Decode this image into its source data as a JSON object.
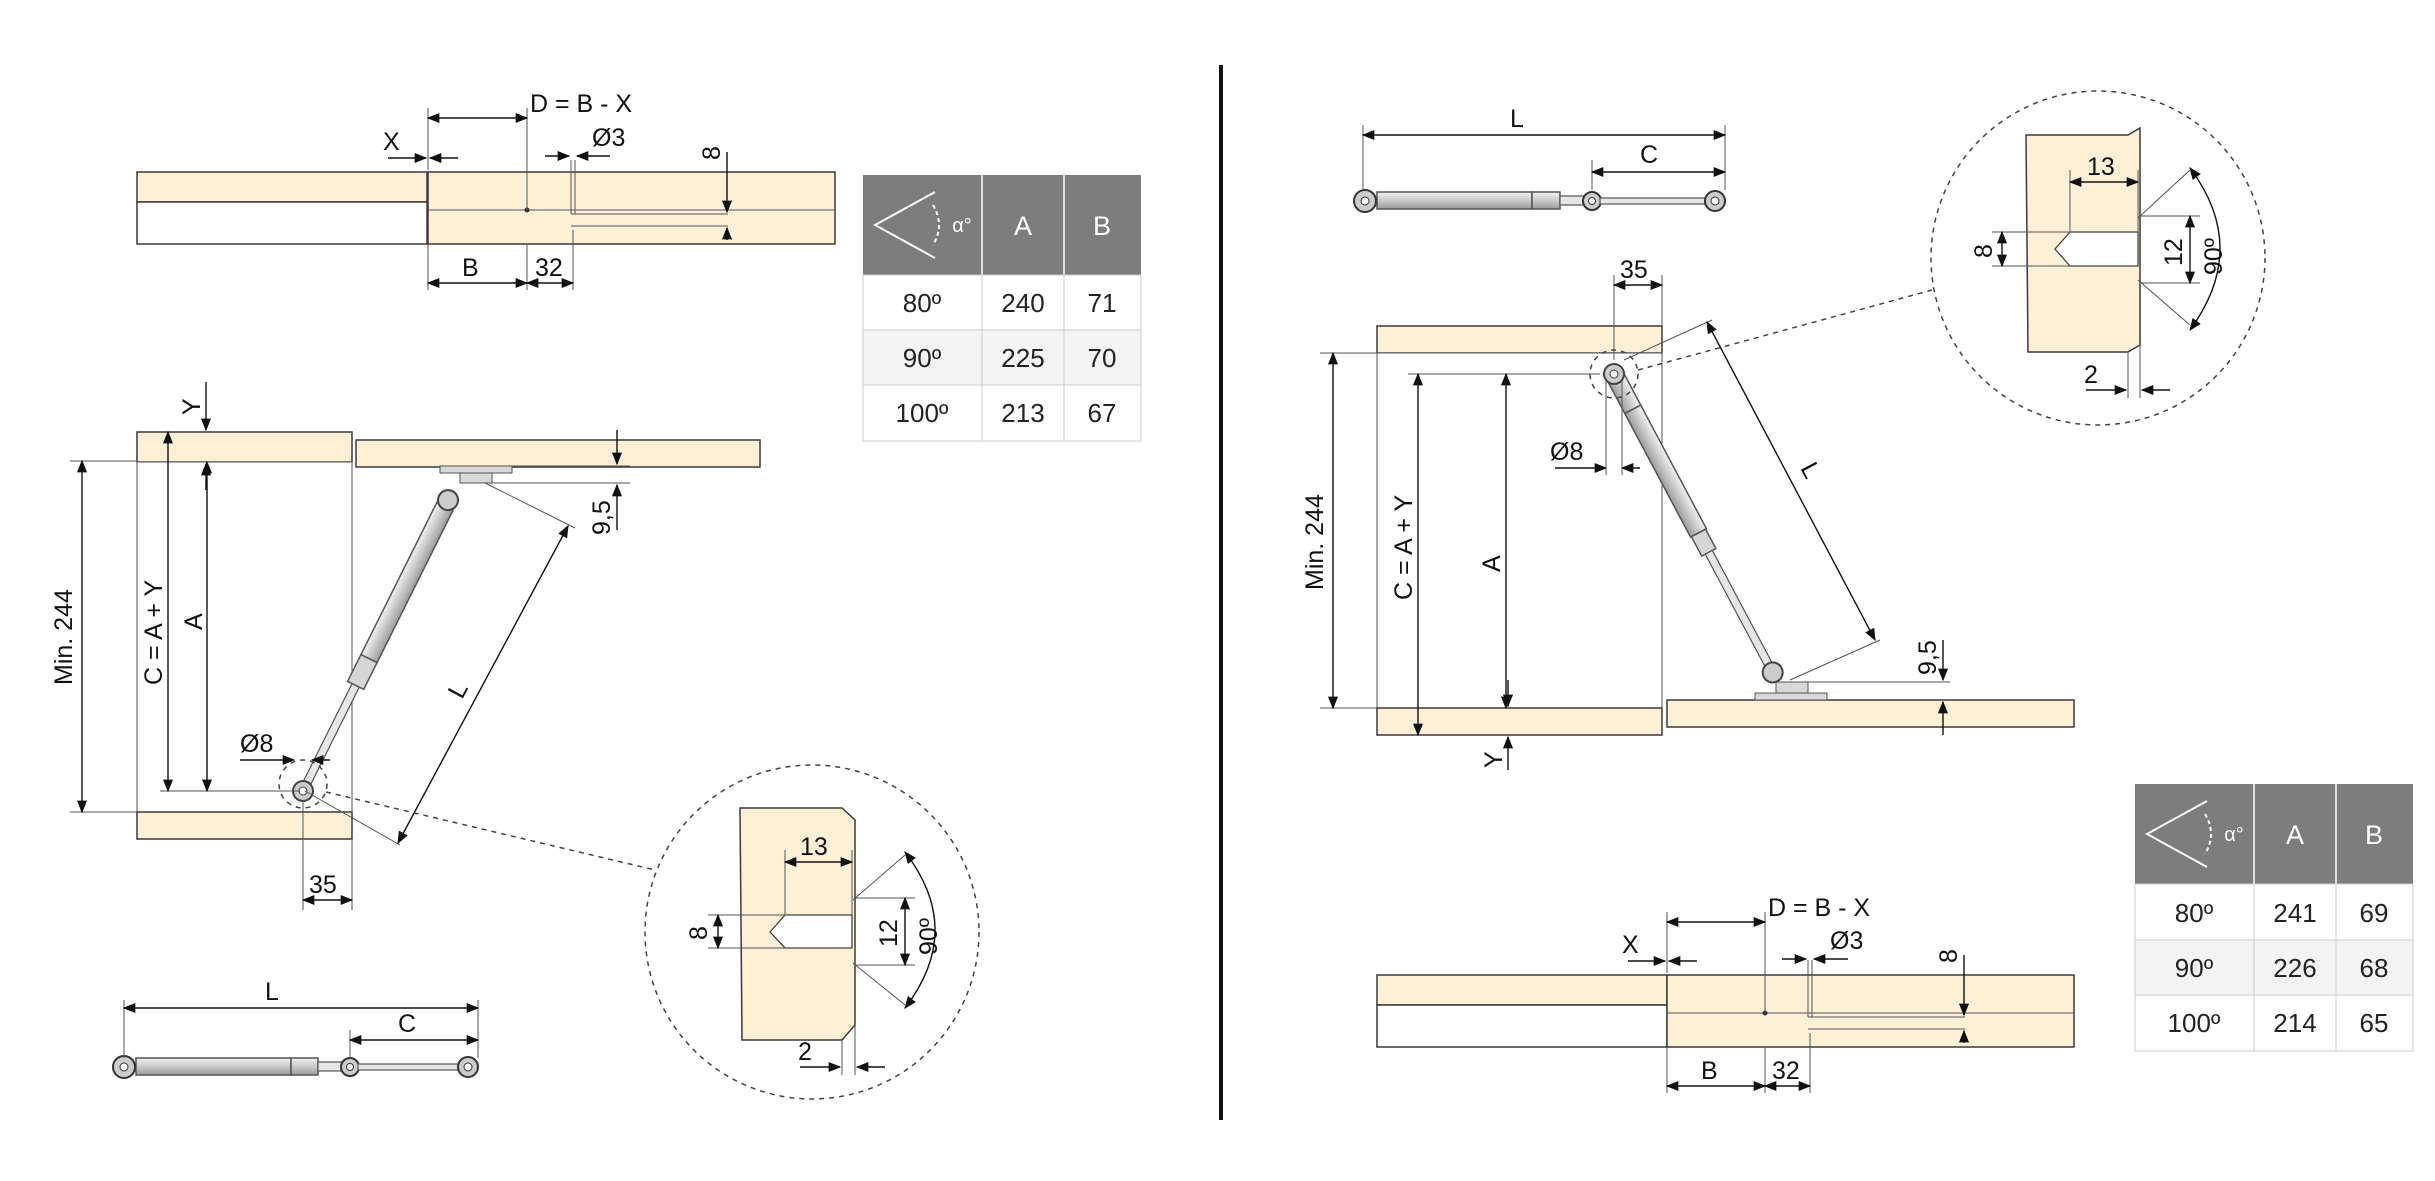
{
  "left": {
    "top_view": {
      "d_label": "D = B - X",
      "x_label": "X",
      "dia_label": "Ø3",
      "depth_label": "8",
      "b_label": "B",
      "offset_label": "32"
    },
    "side_view": {
      "y_label": "Y",
      "min_label": "Min. 244",
      "c_label": "C = A + Y",
      "a_label": "A",
      "offset_label": "9,5",
      "l_label": "L",
      "dia_label": "Ø8",
      "edge_label": "35"
    },
    "detail": {
      "depth_label": "13",
      "hole_label": "8",
      "cs_label": "12",
      "angle_label": "90º",
      "edge_label": "2"
    },
    "strut": {
      "l_label": "L",
      "c_label": "C"
    }
  },
  "right": {
    "strut": {
      "l_label": "L",
      "c_label": "C"
    },
    "detail": {
      "depth_label": "13",
      "hole_label": "8",
      "cs_label": "12",
      "angle_label": "90º",
      "edge_label": "2"
    },
    "side_view": {
      "edge_label": "35",
      "min_label": "Min. 244",
      "c_label": "C = A + Y",
      "a_label": "A",
      "dia_label": "Ø8",
      "l_label": "L",
      "offset_label": "9,5",
      "y_label": "Y"
    },
    "top_view": {
      "d_label": "D = B - X",
      "x_label": "X",
      "dia_label": "Ø3",
      "depth_label": "8",
      "b_label": "B",
      "offset_label": "32"
    }
  },
  "table_left": {
    "header_angle": "α°",
    "header_a": "A",
    "header_b": "B",
    "rows": [
      {
        "angle": "80º",
        "a": "240",
        "b": "71"
      },
      {
        "angle": "90º",
        "a": "225",
        "b": "70"
      },
      {
        "angle": "100º",
        "a": "213",
        "b": "67"
      }
    ]
  },
  "table_right": {
    "header_angle": "α°",
    "header_a": "A",
    "header_b": "B",
    "rows": [
      {
        "angle": "80º",
        "a": "241",
        "b": "69"
      },
      {
        "angle": "90º",
        "a": "226",
        "b": "68"
      },
      {
        "angle": "100º",
        "a": "214",
        "b": "65"
      }
    ]
  },
  "colors": {
    "wood": "#fdf0d6",
    "table_header": "#7d7d7d",
    "line": "#111111"
  }
}
